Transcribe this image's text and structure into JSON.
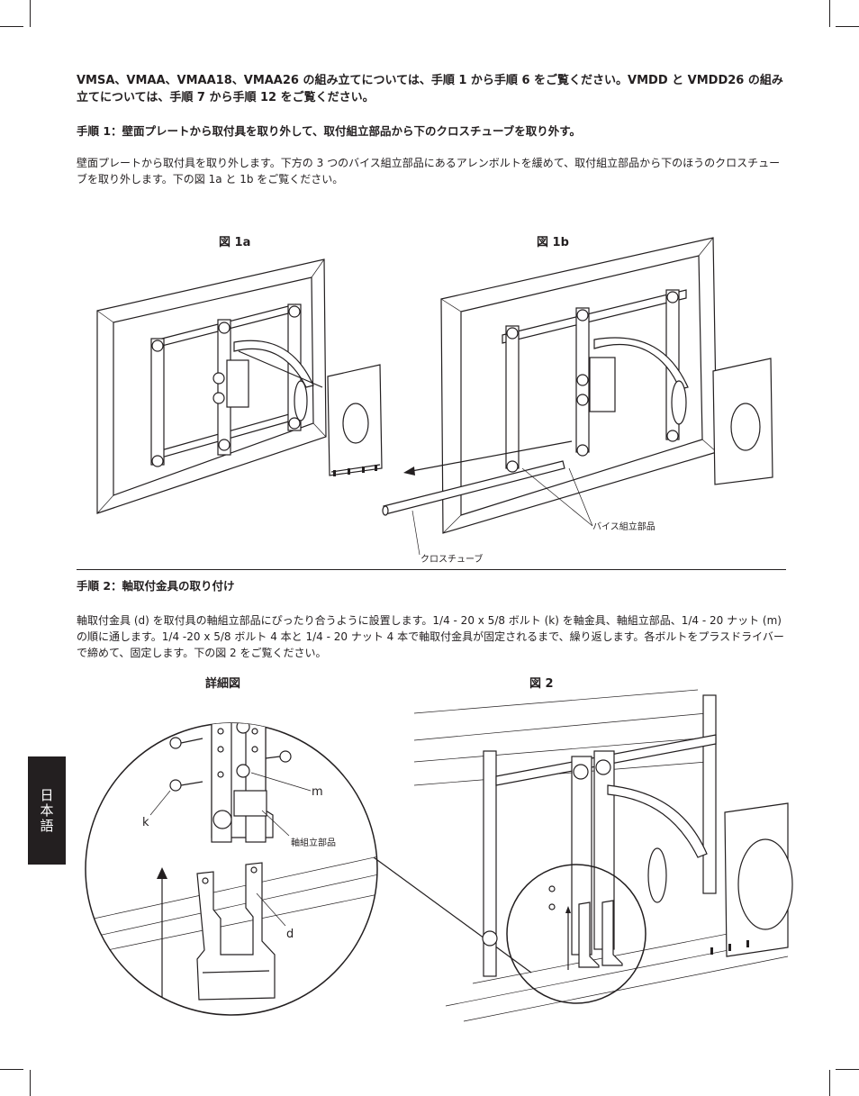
{
  "intro": "VMSA、VMAA、VMAA18、VMAA26 の組み立てについては、手順 1 から手順 6 をご覧ください。VMDD と VMDD26 の組み立てについては、手順 7 から手順 12 をご覧ください。",
  "step1": {
    "title": "手順 1：壁面プレートから取付具を取り外して、取付組立部品から下のクロスチューブを取り外す。",
    "body": "壁面プレートから取付具を取り外します。下方の 3 つのバイス組立部品にあるアレンボルトを緩めて、取付組立部品から下のほうのクロスチューブを取り外します。下の図 1a と 1b をご覧ください。",
    "fig1a_label": "図 1a",
    "fig1b_label": "図 1b",
    "callout_vise": "バイス組立部品",
    "callout_crosstube": "クロスチューブ"
  },
  "step2": {
    "title": "手順 2：軸取付金具の取り付け",
    "body": "軸取付金具 (d) を取付具の軸組立部品にぴったり合うように設置します。1/4 - 20 x 5/8 ボルト (k) を軸金具、軸組立部品、1/4 - 20 ナット (m) の順に通します。1/4 -20 x 5/8 ボルト 4 本と 1/4 - 20 ナット 4 本で軸取付金具が固定されるまで、繰り返します。各ボルトをプラスドライバーで締めて、固定します。下の図 2 をご覧ください。",
    "detail_label": "詳細図",
    "fig2_label": "図 2",
    "callout_m": "m",
    "callout_k": "k",
    "callout_axis": "軸組立部品",
    "callout_d": "d"
  },
  "side_tab": "日本語"
}
